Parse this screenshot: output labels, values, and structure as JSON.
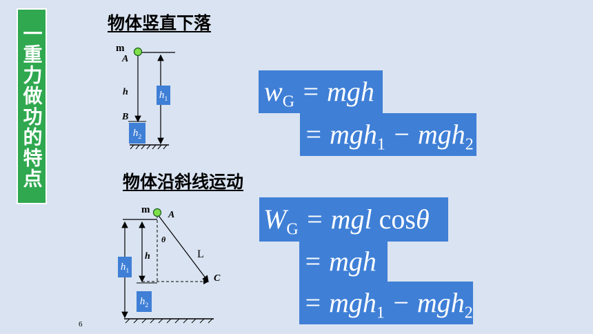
{
  "side_title": "一重力做功的特点",
  "heading1": "物体竖直下落",
  "heading2": "物体沿斜线运动",
  "diagram1": {
    "mass_label": "m",
    "point_a": "A",
    "point_b": "B",
    "height_label": "h",
    "h1_symbol": "h",
    "h1_sub": "1",
    "h2_symbol": "h",
    "h2_sub": "2"
  },
  "diagram2": {
    "mass_label": "m",
    "point_a": "A",
    "point_c": "C",
    "angle_label": "θ",
    "length_label": "L",
    "height_label": "h",
    "h1_symbol": "h",
    "h1_sub": "1",
    "h2_symbol": "h",
    "h2_sub": "2"
  },
  "equations1": {
    "line1_lhs": "w",
    "line1_sub": "G",
    "line1_rhs": " = mgh",
    "line2_a": "= mgh",
    "line2_sub_a": "1",
    "line2_b": " − mgh",
    "line2_sub_b": "2"
  },
  "equations2": {
    "line1_lhs": "W",
    "line1_sub": "G",
    "line1_rhs": " = mgl ",
    "line1_cos": "cos",
    "line1_theta": "θ",
    "line2": "= mgh",
    "line3_a": "= mgh",
    "line3_sub_a": "1",
    "line3_b": " − mgh",
    "line3_sub_b": "2"
  },
  "page_number": "6",
  "colors": {
    "background": "#d9e3f1",
    "side_title_bg": "#2fa84f",
    "equation_box": "#3f7fd6",
    "mass_point": "#7fe04a"
  }
}
